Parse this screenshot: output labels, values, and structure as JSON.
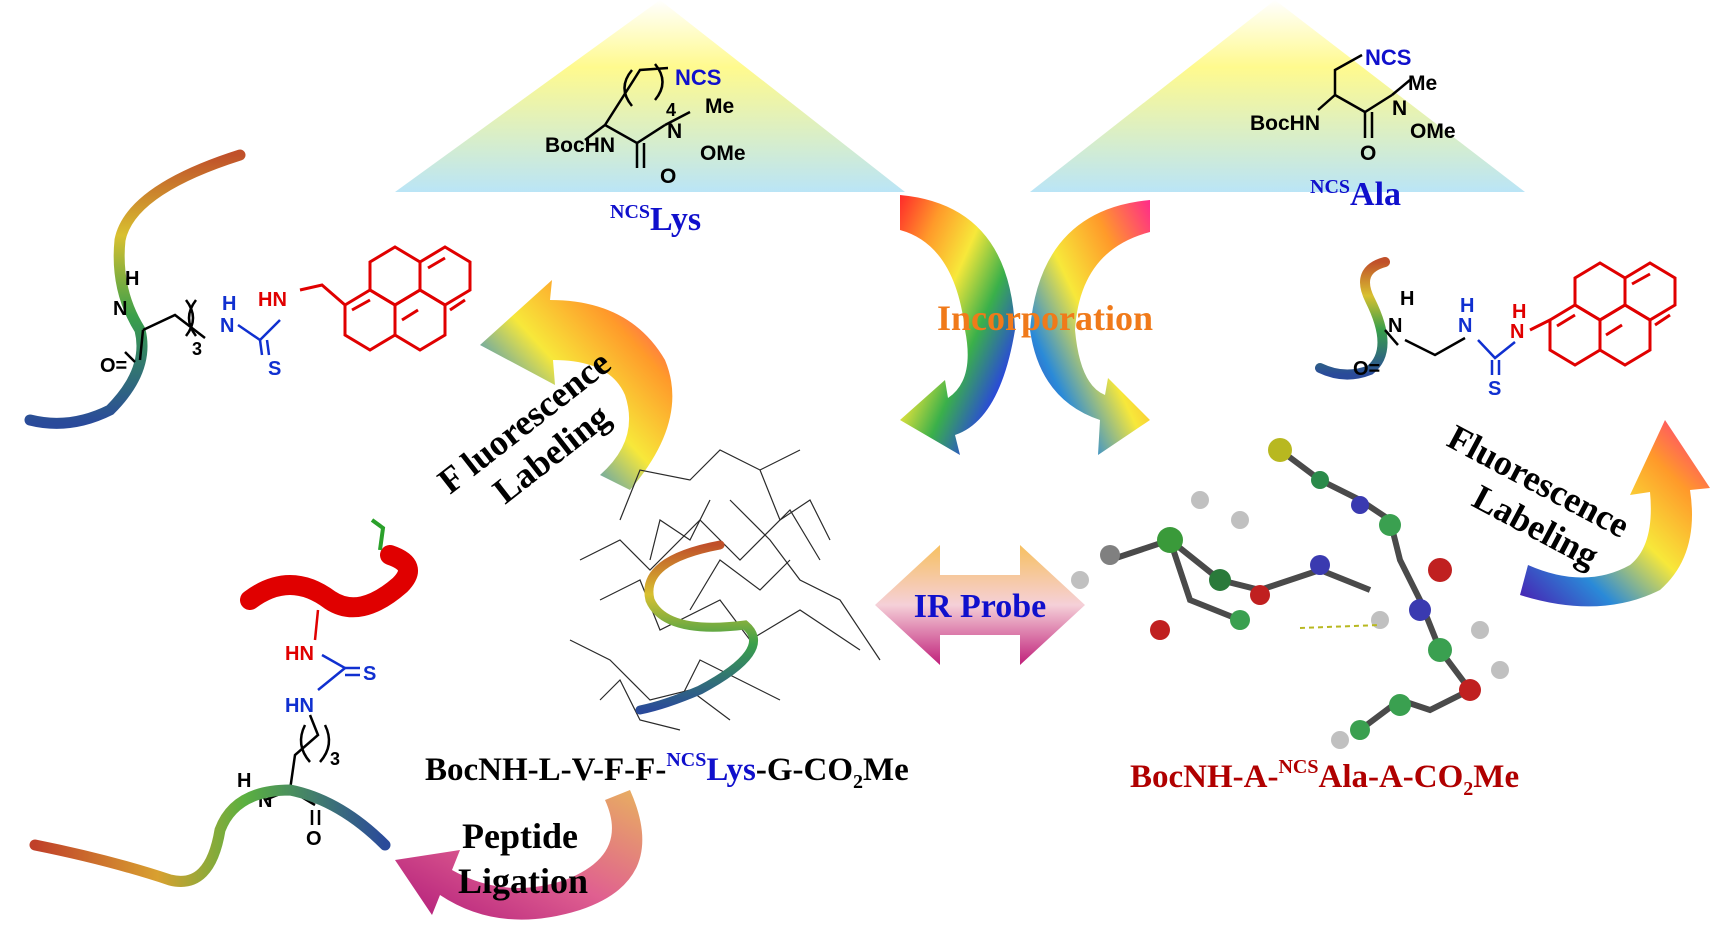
{
  "diagram": {
    "center_label": "Incorporation",
    "ir_probe_label": "IR Probe",
    "left_label": {
      "line1": "F luorescence",
      "line2": "Labeling"
    },
    "right_label": {
      "line1": "Fluorescence",
      "line2": "Labeling"
    },
    "ligation_label": {
      "line1": "Peptide",
      "line2": "Ligation"
    },
    "ncs_lys": {
      "superscript": "NCS",
      "name": "Lys"
    },
    "ncs_ala": {
      "superscript": "NCS",
      "name": "Ala"
    },
    "peptide_lys": {
      "prefix": "BocNH-L-V-F-F-",
      "superscript": "NCS",
      "residue": "Lys",
      "suffix_a": "-G-CO",
      "subscript": "2",
      "suffix_b": "Me"
    },
    "peptide_ala": {
      "prefix": "BocNH-A-",
      "superscript": "NCS",
      "residue": "Ala",
      "suffix_a": "-A-CO",
      "subscript": "2",
      "suffix_b": "Me"
    },
    "chem_labels": {
      "ncs": "NCS",
      "me": "Me",
      "bochn": "BocHN",
      "n": "N",
      "ome": "OMe",
      "o": "O",
      "four": "4",
      "three": "3",
      "h": "H",
      "nh": "NH",
      "hn": "HN",
      "s": "S",
      "o_eq": "O="
    }
  },
  "colors": {
    "blue_text": "#1010cc",
    "dark_red_text": "#b00000",
    "orange_text": "#f07a1a",
    "red_structure": "#e00000",
    "blue_structure": "#1030d0"
  }
}
